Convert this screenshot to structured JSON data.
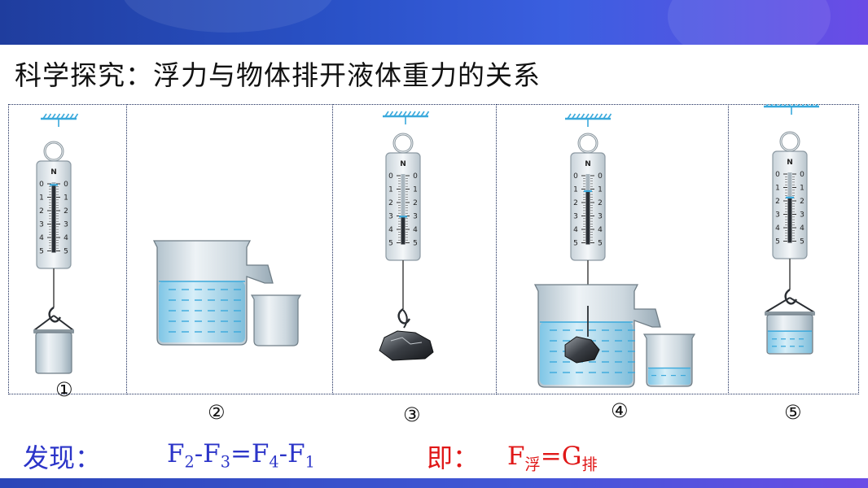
{
  "title": "科学探究：浮力与物体排开液体重力的关系",
  "scale": {
    "unit": "N",
    "ticks": [
      "0",
      "1",
      "2",
      "3",
      "4",
      "5"
    ]
  },
  "steps": [
    "①",
    "②",
    "③",
    "④",
    "⑤"
  ],
  "conclusion": {
    "found_label": "发现：",
    "equation_parts": [
      "F",
      "2",
      "-F",
      "3",
      "=F",
      "4",
      "-F",
      "1"
    ],
    "ie_label": "即：",
    "result_parts": [
      "F",
      "浮",
      "=G",
      "排"
    ]
  },
  "colors": {
    "banner": "#2a52c8",
    "accent_blue": "#2b34c8",
    "accent_red": "#e01818",
    "water": "#3aa9dc"
  }
}
